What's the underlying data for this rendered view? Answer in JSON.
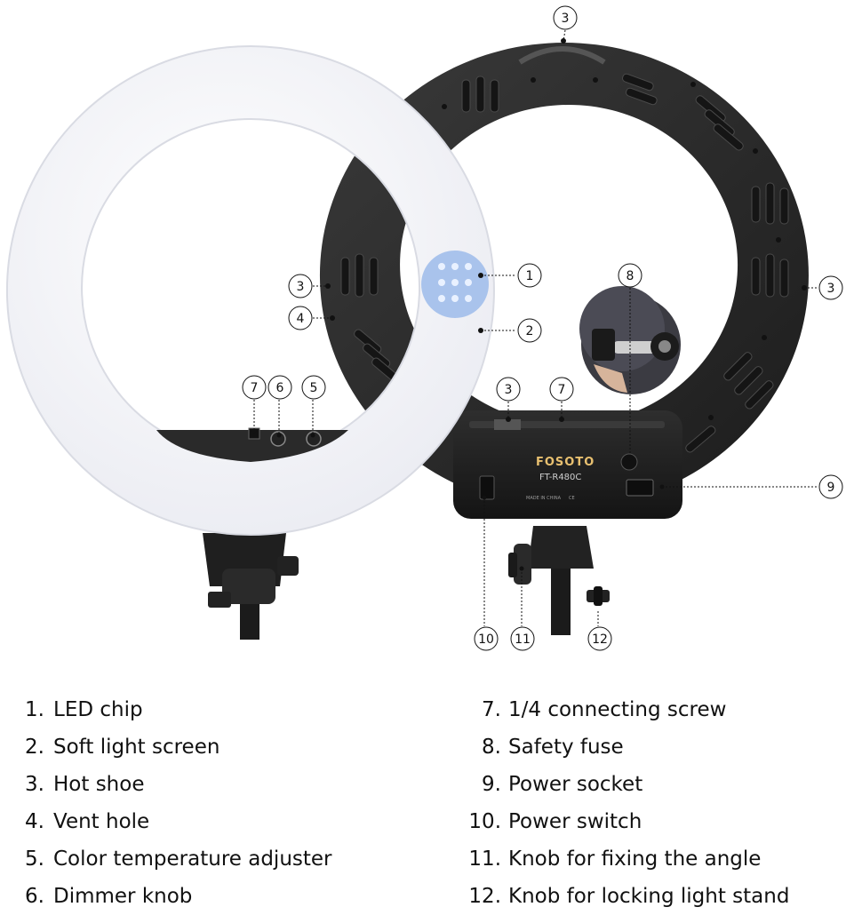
{
  "device": {
    "brand": "FOSOTO",
    "model": "FT-R480C",
    "made_in": "MADE IN CHINA",
    "marks": "CE"
  },
  "callouts": [
    "1",
    "2",
    "3",
    "4",
    "5",
    "6",
    "7",
    "8",
    "9",
    "10",
    "11",
    "12"
  ],
  "legend": {
    "left": [
      {
        "num": "1.",
        "text": "LED chip"
      },
      {
        "num": "2.",
        "text": "Soft light screen"
      },
      {
        "num": "3.",
        "text": "Hot shoe"
      },
      {
        "num": "4.",
        "text": "Vent hole"
      },
      {
        "num": "5.",
        "text": "Color temperature adjuster"
      },
      {
        "num": "6.",
        "text": "Dimmer knob"
      }
    ],
    "right": [
      {
        "num": "7.",
        "text": "1/4 connecting screw"
      },
      {
        "num": "8.",
        "text": "Safety fuse"
      },
      {
        "num": "9.",
        "text": "Power socket"
      },
      {
        "num": "10.",
        "text": "Power switch"
      },
      {
        "num": "11.",
        "text": "Knob for fixing the angle"
      },
      {
        "num": "12.",
        "text": "Knob for locking light stand"
      }
    ]
  }
}
